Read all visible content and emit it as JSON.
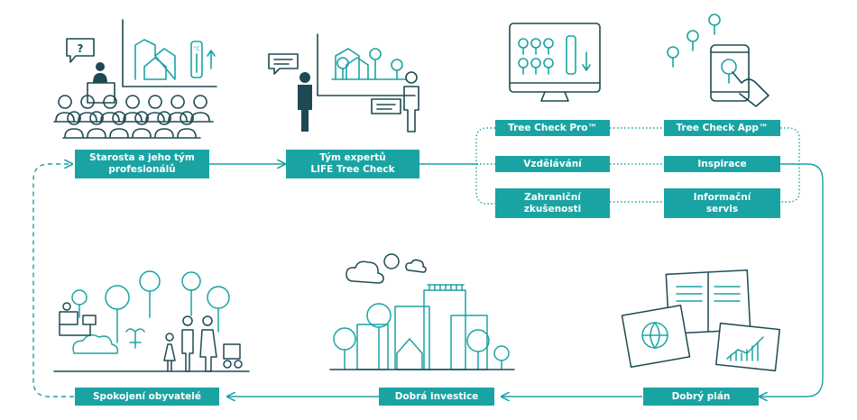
{
  "colors": {
    "teal": "#1aa3a3",
    "dark": "#1d4a52",
    "line": "#1aa3a3"
  },
  "nodes": {
    "mayor": "Starosta a jeho tým\nprofesionálů",
    "experts": "Tým expertů\nLIFE Tree Check",
    "tcpro": "Tree Check Pro™",
    "tcapp": "Tree Check App™",
    "education": "Vzdělávání",
    "inspiration": "Inspirace",
    "foreign": "Zahraniční\nzkušenosti",
    "info": "Informační\nservis",
    "plan": "Dobrý plán",
    "investment": "Dobrá investice",
    "residents": "Spokojení obyvatelé"
  },
  "icons": {
    "mayor_scene": "presentation-audience-icon",
    "thermo_text": "°C",
    "question_text": "?",
    "experts_scene": "experts-discussion-icon",
    "monitor": "monitor-trees-icon",
    "phone": "phone-app-icon",
    "documents": "plan-documents-icon",
    "city": "green-city-icon",
    "park": "park-people-icon"
  }
}
